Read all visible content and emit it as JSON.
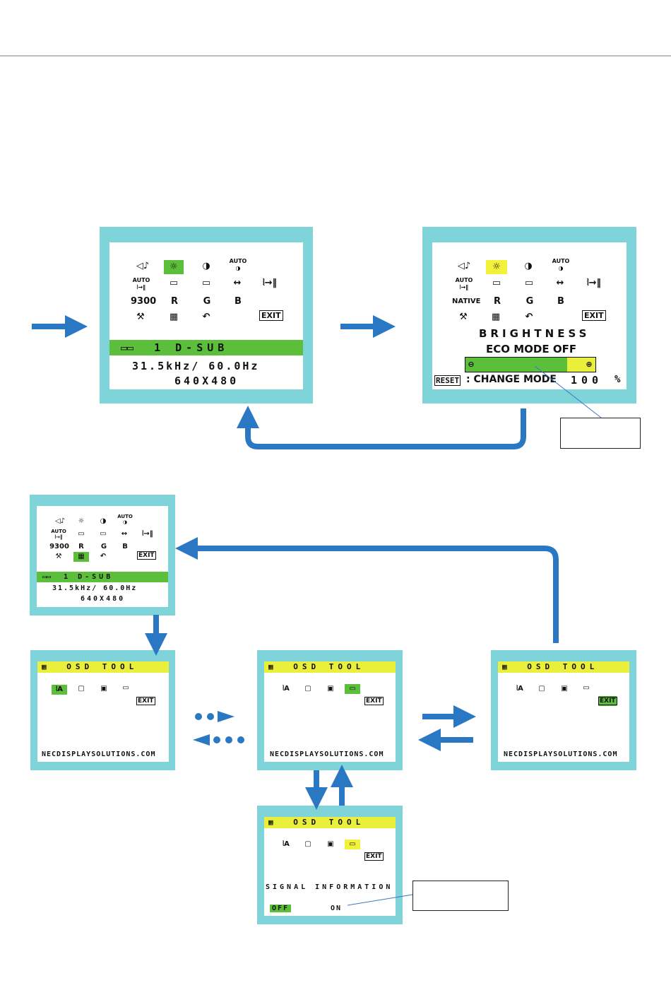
{
  "colors": {
    "frame": "#7fd4da",
    "green": "#5cbf3c",
    "yellow": "#e9ef3a",
    "arrow": "#2a77c4"
  },
  "menu_icons": {
    "row1": [
      "volume-icon",
      "brightness-icon",
      "contrast-icon",
      "auto-adjust-icon"
    ],
    "row2": [
      "auto-adjust-position-icon",
      "left-right-icon",
      "down-up-icon",
      "h-size-icon",
      "fine-icon"
    ],
    "row3_a": [
      "9300",
      "R",
      "G",
      "B"
    ],
    "row3_b": [
      "NATIVE",
      "R",
      "G",
      "B"
    ],
    "row4": [
      "tool-icon",
      "osd-icon",
      "reset-icon"
    ],
    "auto_label": "AUTO",
    "exit_label": "EXIT"
  },
  "screen1": {
    "input": "1 D-SUB",
    "freq": "31.5kHz/ 60.0Hz",
    "resolution": "640X480"
  },
  "screen2": {
    "title": "BRIGHTNESS",
    "eco": "ECO MODE OFF",
    "reset_label": "RESET",
    "change_mode": ": CHANGE MODE",
    "value": "100",
    "unit": "%",
    "level": 0.78
  },
  "screen3": {
    "input": "1 D-SUB",
    "freq": "31.5kHz/ 60.0Hz",
    "resolution": "640X480"
  },
  "osd": {
    "title": "OSD TOOL",
    "url": "NECDISPLAYSOLUTIONS.COM",
    "signal_info": "SIGNAL INFORMATION",
    "off": "OFF",
    "on": "ON"
  }
}
